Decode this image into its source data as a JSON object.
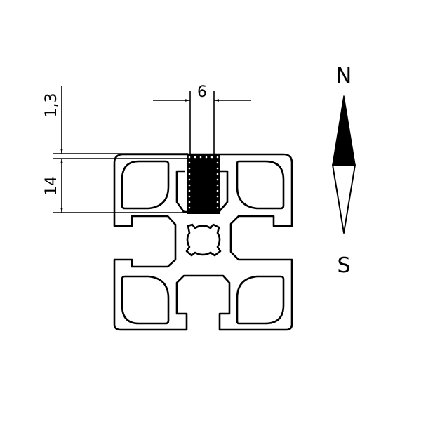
{
  "drawing": {
    "type": "technical cross-section drawing",
    "subject": "aluminum T-slot extrusion profile with highlighted slot",
    "colors": {
      "line": "#000000",
      "background": "#ffffff",
      "fill_highlight": "#000000"
    },
    "dimensions": {
      "slot_width": {
        "value": "6",
        "orientation": "horizontal"
      },
      "top_wall_thickness": {
        "value": "1,3",
        "orientation": "vertical"
      },
      "slot_depth": {
        "value": "14",
        "orientation": "vertical"
      }
    },
    "compass": {
      "north_label": "N",
      "south_label": "S",
      "icon": "compass-needle-icon"
    }
  }
}
